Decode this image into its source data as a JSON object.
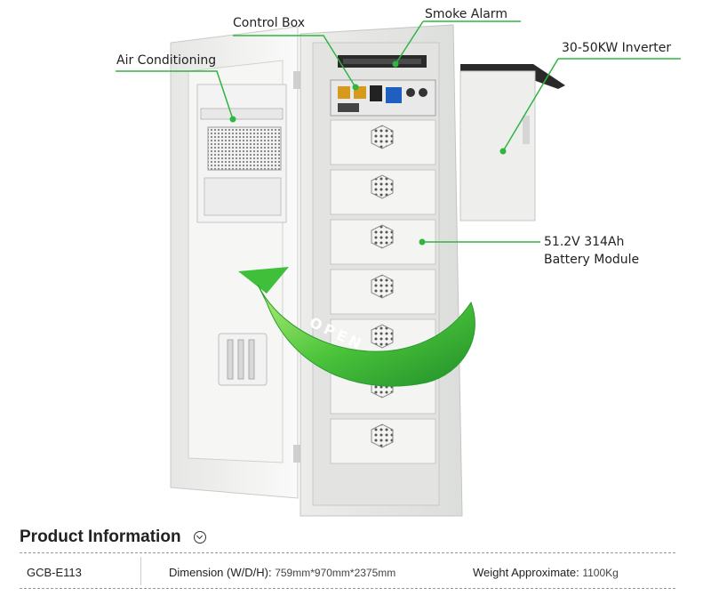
{
  "callouts": {
    "control_box": "Control Box",
    "smoke_alarm": "Smoke Alarm",
    "air_conditioning": "Air Conditioning",
    "inverter": "30-50KW Inverter",
    "battery_line1": "51.2V 314Ah",
    "battery_line2": "Battery Module"
  },
  "arrow_text": "OPEN",
  "product_info": {
    "title": "Product Information",
    "model": "GCB-E113",
    "dimension_label": "Dimension (W/D/H):",
    "dimension_value": "759mm*970mm*2375mm",
    "weight_label": "Weight Approximate:",
    "weight_value": "1100Kg"
  },
  "colors": {
    "accent_green": "#2fb542",
    "cabinet": "#f2f3f1",
    "cabinet_shade": "#d9dbd7"
  }
}
